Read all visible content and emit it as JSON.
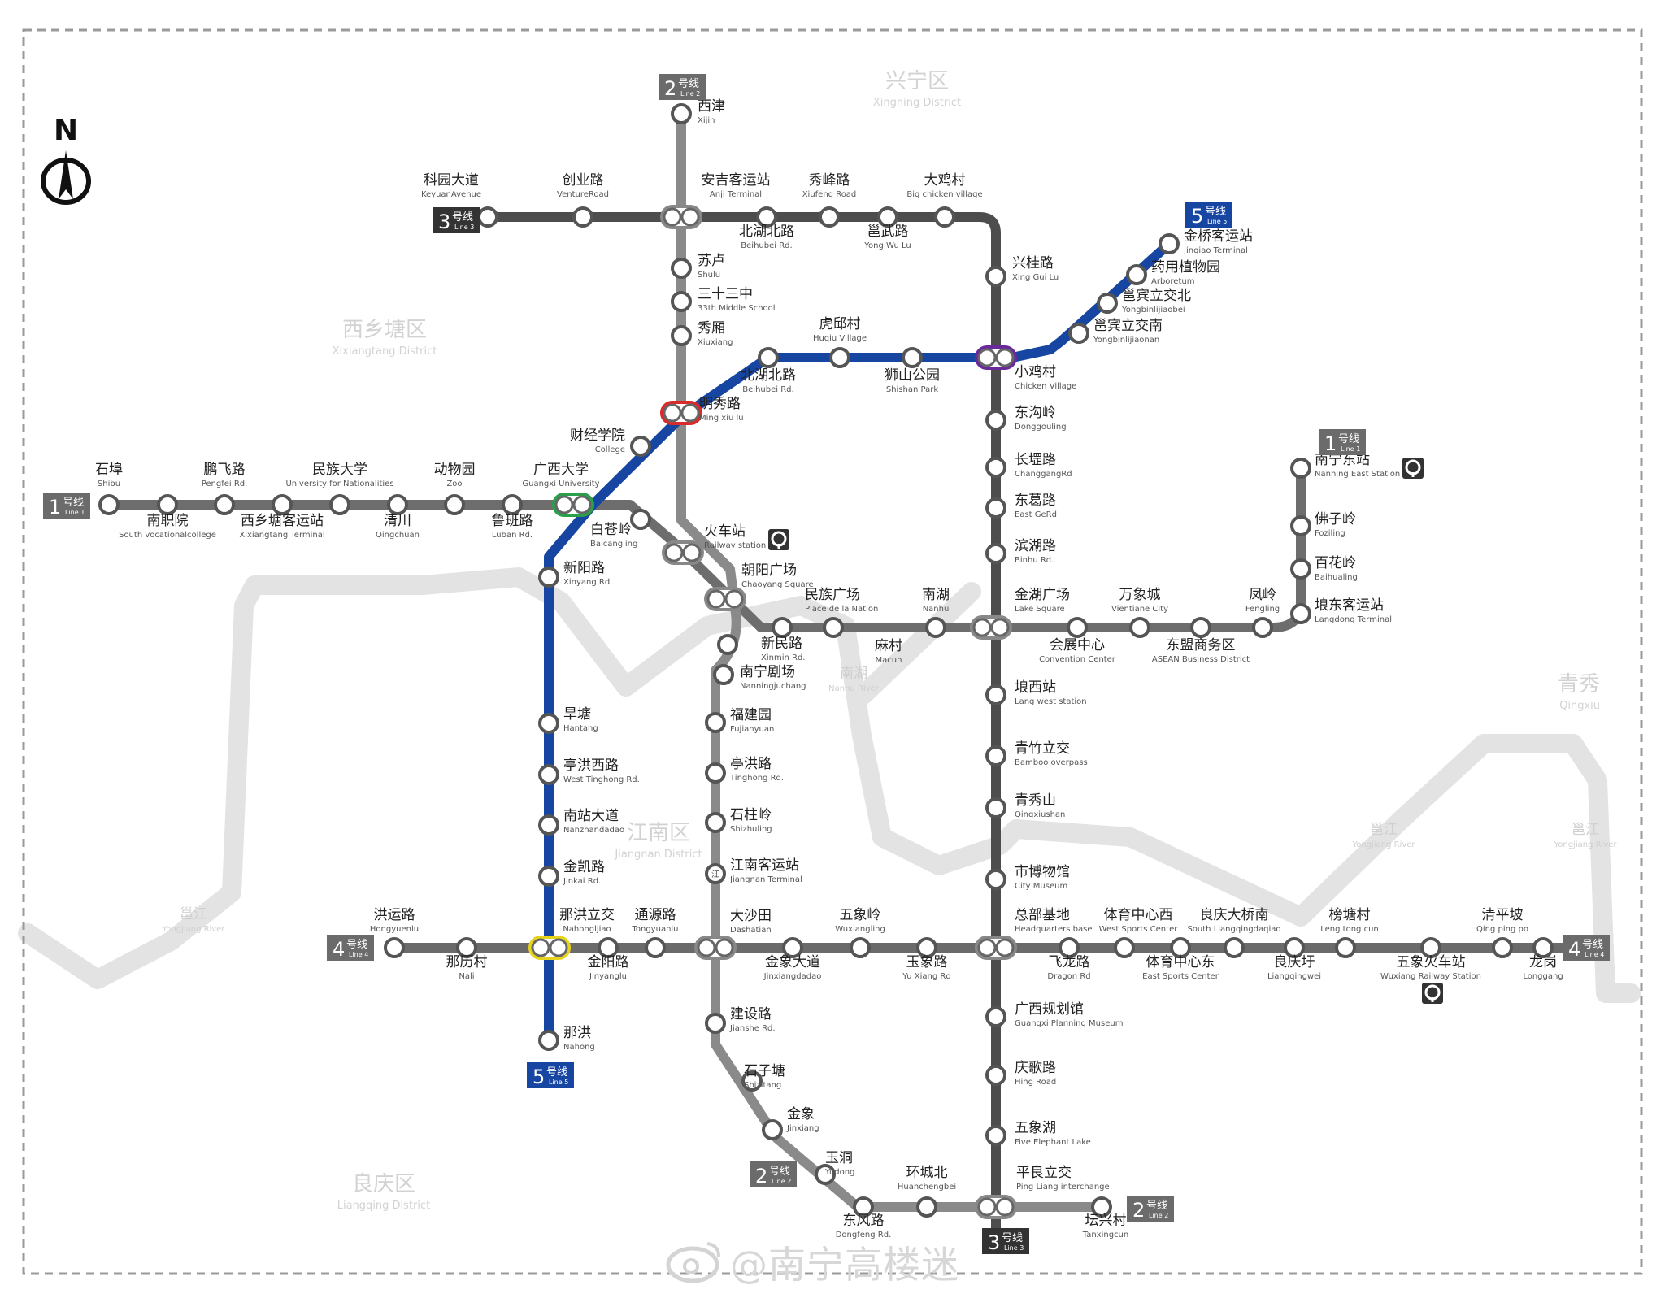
{
  "compass": {
    "label": "N",
    "icon": "north-arrow-icon"
  },
  "colors": {
    "line1": "#6d6d6d",
    "line2": "#8a8a8a",
    "line3": "#4d4d4d",
    "line4": "#6a6a6a",
    "line5": "#1746a2",
    "river": "#e3e3e3",
    "district": "#d2d2d2",
    "badge": "#6b6b6b"
  },
  "watermark": {
    "text": "@南宁高楼迷",
    "icon": "weibo-icon"
  },
  "districts": [
    {
      "cn": "兴宁区",
      "en": "Xingning District"
    },
    {
      "cn": "西乡塘区",
      "en": "Xixiangtang District"
    },
    {
      "cn": "江南区",
      "en": "Jiangnan District"
    },
    {
      "cn": "良庆区",
      "en": "Liangqing District"
    },
    {
      "cn": "青秀",
      "en": "Qingxiu"
    }
  ],
  "rivers": [
    {
      "cn": "邕江",
      "en": "Yongjiang River"
    },
    {
      "cn": "南湖",
      "en": "Nanhu River"
    },
    {
      "cn": "邕江",
      "en": "Yongjiang River"
    },
    {
      "cn": "邕江",
      "en": "Yongjiang River"
    }
  ],
  "badges": [
    {
      "num": "1",
      "cn": "号线",
      "en": "Line 1"
    },
    {
      "num": "1",
      "cn": "号线",
      "en": "Line 1"
    },
    {
      "num": "2",
      "cn": "号线",
      "en": "Line 2"
    },
    {
      "num": "2",
      "cn": "号线",
      "en": "Line 2"
    },
    {
      "num": "2",
      "cn": "号线",
      "en": "Line 2"
    },
    {
      "num": "3",
      "cn": "号线",
      "en": "Line 3"
    },
    {
      "num": "3",
      "cn": "号线",
      "en": "Line 3"
    },
    {
      "num": "4",
      "cn": "号线",
      "en": "Line 4"
    },
    {
      "num": "4",
      "cn": "号线",
      "en": "Line 4"
    },
    {
      "num": "5",
      "cn": "号线",
      "en": "Line 5"
    },
    {
      "num": "5",
      "cn": "号线",
      "en": "Line 5"
    }
  ],
  "stations": [
    {
      "cn": "石埠",
      "en": "Shibu"
    },
    {
      "cn": "南职院",
      "en": "South vocationalcollege"
    },
    {
      "cn": "鹏飞路",
      "en": "Pengfei Rd."
    },
    {
      "cn": "西乡塘客运站",
      "en": "Xixiangtang Terminal"
    },
    {
      "cn": "民族大学",
      "en": "University for Nationalities"
    },
    {
      "cn": "清川",
      "en": "Qingchuan"
    },
    {
      "cn": "动物园",
      "en": "Zoo"
    },
    {
      "cn": "鲁班路",
      "en": "Luban Rd."
    },
    {
      "cn": "广西大学",
      "en": "Guangxi University"
    },
    {
      "cn": "白苍岭",
      "en": "Baicangling"
    },
    {
      "cn": "火车站",
      "en": "Railway station"
    },
    {
      "cn": "朝阳广场",
      "en": "Chaoyang Square"
    },
    {
      "cn": "民族广场",
      "en": "Place de la Nation"
    },
    {
      "cn": "麻村",
      "en": "Macun"
    },
    {
      "cn": "南湖",
      "en": "Nanhu"
    },
    {
      "cn": "金湖广场",
      "en": "Lake Square"
    },
    {
      "cn": "会展中心",
      "en": "Convention Center"
    },
    {
      "cn": "万象城",
      "en": "Vientiane City"
    },
    {
      "cn": "东盟商务区",
      "en": "ASEAN Business District"
    },
    {
      "cn": "凤岭",
      "en": "Fengling"
    },
    {
      "cn": "埌东客运站",
      "en": "Langdong Terminal"
    },
    {
      "cn": "百花岭",
      "en": "Baihualing"
    },
    {
      "cn": "佛子岭",
      "en": "Foziling"
    },
    {
      "cn": "南宁东站",
      "en": "Nanning East  Station"
    },
    {
      "cn": "西津",
      "en": "Xijin"
    },
    {
      "cn": "苏卢",
      "en": "Shulu"
    },
    {
      "cn": "三十三中",
      "en": "33th Middle School"
    },
    {
      "cn": "秀厢",
      "en": "Xiuxiang"
    },
    {
      "cn": "明秀路",
      "en": "Ming xiu lu"
    },
    {
      "cn": "新民路",
      "en": "Xinmin Rd."
    },
    {
      "cn": "南宁剧场",
      "en": "Nanningjuchang"
    },
    {
      "cn": "福建园",
      "en": "Fujianyuan"
    },
    {
      "cn": "亭洪路",
      "en": "Tinghong Rd."
    },
    {
      "cn": "石柱岭",
      "en": "Shizhuling"
    },
    {
      "cn": "江南客运站",
      "en": "Jiangnan Terminal"
    },
    {
      "cn": "大沙田",
      "en": "Dashatian"
    },
    {
      "cn": "建设路",
      "en": "Jianshe Rd."
    },
    {
      "cn": "石子塘",
      "en": "Shizitang"
    },
    {
      "cn": "金象",
      "en": "Jinxiang"
    },
    {
      "cn": "玉洞",
      "en": "Yudong"
    },
    {
      "cn": "东风路",
      "en": "Dongfeng Rd."
    },
    {
      "cn": "环城北",
      "en": "Huanchengbei"
    },
    {
      "cn": "平良立交",
      "en": "Ping Liang interchange"
    },
    {
      "cn": "坛兴村",
      "en": "Tanxingcun"
    },
    {
      "cn": "科园大道",
      "en": "KeyuanAvenue"
    },
    {
      "cn": "创业路",
      "en": "VentureRoad"
    },
    {
      "cn": "安吉客运站",
      "en": "Anji Terminal"
    },
    {
      "cn": "北湖北路",
      "en": "Beihubei Rd."
    },
    {
      "cn": "秀峰路",
      "en": "Xiufeng Road"
    },
    {
      "cn": "邕武路",
      "en": "Yong Wu Lu"
    },
    {
      "cn": "大鸡村",
      "en": "Big chicken village"
    },
    {
      "cn": "兴桂路",
      "en": "Xing Gui Lu"
    },
    {
      "cn": "小鸡村",
      "en": "Chicken Village"
    },
    {
      "cn": "东沟岭",
      "en": "Donggouling"
    },
    {
      "cn": "长堽路",
      "en": "ChanggangRd"
    },
    {
      "cn": "东葛路",
      "en": "East GeRd"
    },
    {
      "cn": "滨湖路",
      "en": "Binhu  Rd."
    },
    {
      "cn": "埌西站",
      "en": "Lang west station"
    },
    {
      "cn": "青竹立交",
      "en": "Bamboo overpass"
    },
    {
      "cn": "青秀山",
      "en": "Qingxiushan"
    },
    {
      "cn": "市博物馆",
      "en": "City Museum"
    },
    {
      "cn": "总部基地",
      "en": "Headquarters base"
    },
    {
      "cn": "广西规划馆",
      "en": "Guangxi Planning Museum"
    },
    {
      "cn": "庆歌路",
      "en": "Hing Road"
    },
    {
      "cn": "五象湖",
      "en": "Five Elephant Lake"
    },
    {
      "cn": "洪运路",
      "en": "Hongyuenlu"
    },
    {
      "cn": "那历村",
      "en": "Nali"
    },
    {
      "cn": "那洪立交",
      "en": "Nahongljiao"
    },
    {
      "cn": "金阳路",
      "en": "Jinyanglu"
    },
    {
      "cn": "通源路",
      "en": "Tongyuanlu"
    },
    {
      "cn": "金象大道",
      "en": "Jinxiangdadao"
    },
    {
      "cn": "五象岭",
      "en": "Wuxiangling"
    },
    {
      "cn": "玉象路",
      "en": "Yu Xiang Rd"
    },
    {
      "cn": "飞龙路",
      "en": "Dragon Rd"
    },
    {
      "cn": "体育中心西",
      "en": "West Sports Center"
    },
    {
      "cn": "体育中心东",
      "en": "East Sports Center"
    },
    {
      "cn": "良庆大桥南",
      "en": "South Liangqingdaqiao"
    },
    {
      "cn": "良庆圩",
      "en": "Liangqingwei"
    },
    {
      "cn": "榜塘村",
      "en": "Leng tong cun"
    },
    {
      "cn": "五象火车站",
      "en": "Wuxiang Railway Station"
    },
    {
      "cn": "清平坡",
      "en": "Qing ping po"
    },
    {
      "cn": "龙岗",
      "en": "Longgang"
    },
    {
      "cn": "金桥客运站",
      "en": "Jinqiao Terminal"
    },
    {
      "cn": "药用植物园",
      "en": "Arboretum"
    },
    {
      "cn": "邕宾立交北",
      "en": "Yongbinlijiaobei"
    },
    {
      "cn": "邕宾立交南",
      "en": "Yongbinlijiaonan"
    },
    {
      "cn": "北湖北路",
      "en": "Beihubei Rd."
    },
    {
      "cn": "虎邱村",
      "en": "Huqiu Village"
    },
    {
      "cn": "狮山公园",
      "en": "Shishan Park"
    },
    {
      "cn": "财经学院",
      "en": "College"
    },
    {
      "cn": "新阳路",
      "en": "Xinyang Rd."
    },
    {
      "cn": "旱塘",
      "en": "Hantang"
    },
    {
      "cn": "亭洪西路",
      "en": "West Tinghong Rd."
    },
    {
      "cn": "南站大道",
      "en": "Nanzhandadao"
    },
    {
      "cn": "金凯路",
      "en": "Jinkai Rd."
    },
    {
      "cn": "那洪",
      "en": "Nahong"
    }
  ]
}
